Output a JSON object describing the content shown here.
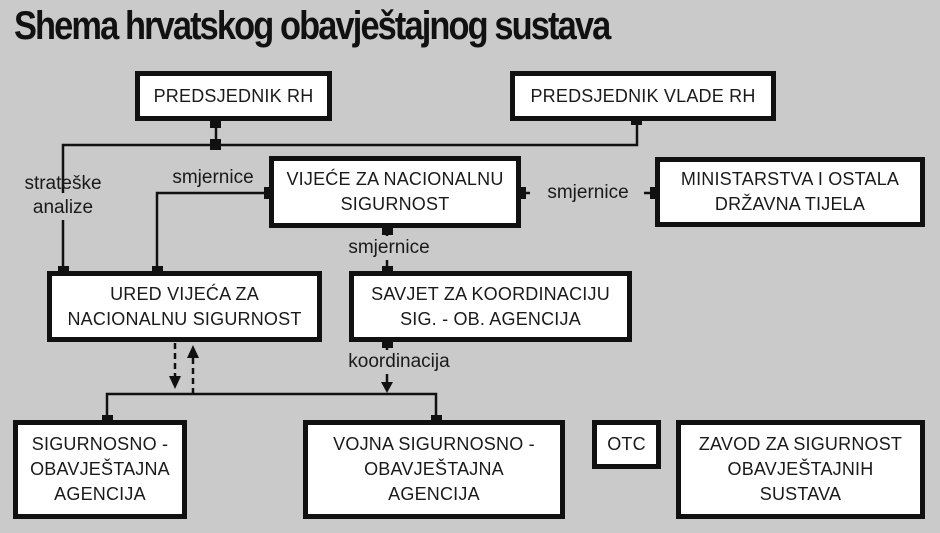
{
  "title": "Shema hrvatskog obavještajnog sustava",
  "colors": {
    "background": "#cbcacb",
    "box_fill": "#ffffff",
    "box_border": "#111111",
    "text": "#1a1a1a"
  },
  "nodes": {
    "predsjednik_rh": "PREDSJEDNIK RH",
    "predsjednik_vlade": "PREDSJEDNIK VLADE RH",
    "vijece": "VIJEĆE ZA NACIONALNU\nSIGURNOST",
    "ministarstva": "MINISTARSTVA I OSTALA\nDRŽAVNA TIJELA",
    "ured": "URED VIJEĆA ZA\nNACIONALNU SIGURNOST",
    "savjet": "SAVJET ZA KOORDINACIJU\nSIG. - OB. AGENCIJA",
    "soa": "SIGURNOSNO -\nOBAVJEŠTAJNA\nAGENCIJA",
    "vsoa": "VOJNA SIGURNOSNO -\nOBAVJEŠTAJNA\nAGENCIJA",
    "otc": "OTC",
    "zavod": "ZAVOD ZA SIGURNOST\nOBAVJEŠTAJNIH\nSUSTAVA"
  },
  "edge_labels": {
    "strateske_analize": "strateške\nanalize",
    "smjernice_ured": "smjernice",
    "smjernice_ministarstva": "smjernice",
    "smjernice_savjet": "smjernice",
    "koordinacija": "koordinacija"
  }
}
